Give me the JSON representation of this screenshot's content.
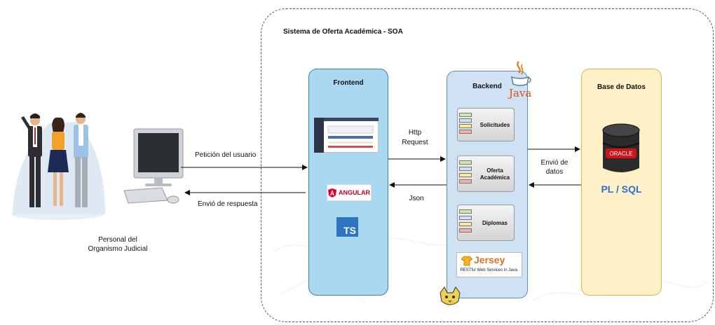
{
  "system": {
    "title": "Sistema de Oferta Académica - SOA"
  },
  "actor": {
    "label_line1": "Personal del",
    "label_line2": "Organismo Judicial"
  },
  "arrows": {
    "request": "Petición del usuario",
    "response": "Envió de respuesta",
    "http_line1": "Http",
    "http_line2": "Request",
    "json": "Json",
    "db_line1": "Envió de",
    "db_line2": "datos"
  },
  "frontend": {
    "title": "Frontend",
    "angular": "ANGULAR",
    "ts": "TS"
  },
  "backend": {
    "title": "Backend",
    "java": "Java",
    "services": [
      {
        "line1": "Solicitudes",
        "line2": ""
      },
      {
        "line1": "Oferta",
        "line2": "Académica"
      },
      {
        "line1": "Diplomas",
        "line2": ""
      }
    ],
    "jersey": "Jersey",
    "jersey_sub": "RESTful Web Services in Java."
  },
  "database": {
    "title": "Base de Datos",
    "oracle": "ORACLE",
    "plsql": "PL / SQL"
  },
  "colors": {
    "frontend": "#a9d8f0",
    "backend": "#cfe2f4",
    "database": "#fff1c7",
    "plsql": "#2a6fd2"
  }
}
